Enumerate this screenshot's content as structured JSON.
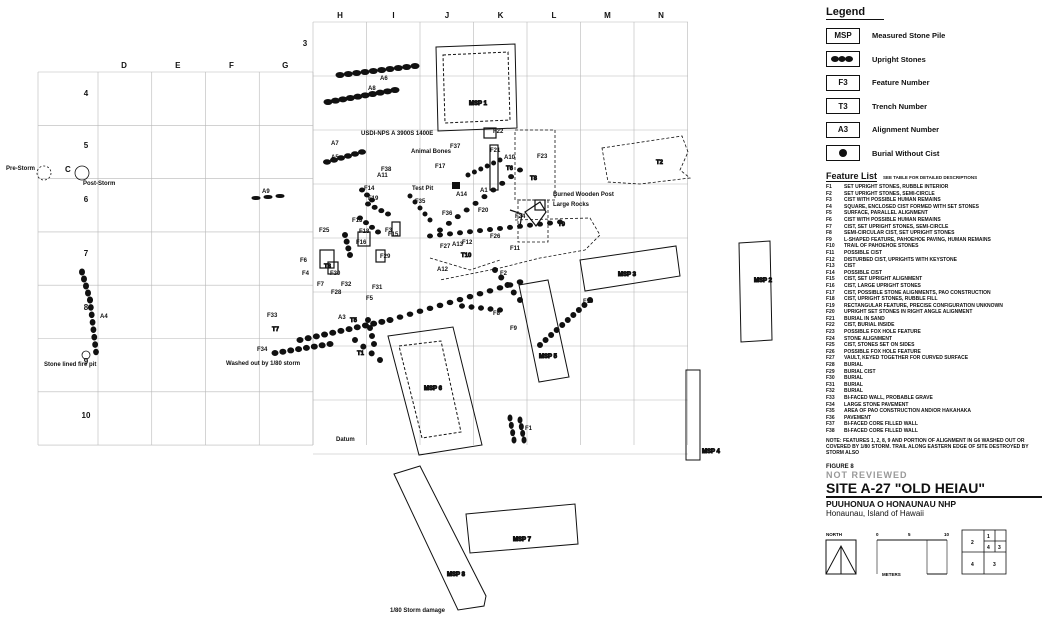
{
  "grid": {
    "columns_top": [
      "H",
      "I",
      "J",
      "K",
      "L",
      "M",
      "N"
    ],
    "columns_lower": [
      "D",
      "E",
      "F",
      "G"
    ],
    "rows": [
      "3",
      "4",
      "5",
      "6",
      "7",
      "8",
      "9",
      "10"
    ]
  },
  "map_labels": {
    "pre_storm": "Pre-Storm",
    "post_storm": "Post-Storm",
    "stone_lined_fire_pit": "Stone lined fire pit",
    "usgs_marker": "USDI-NPS A 3900S 1400E",
    "animal_bones": "Animal Bones",
    "test_pit": "Test Pit",
    "burned_post": "Burned Wooden Post",
    "large_rocks": "Large Rocks",
    "washed_out": "Washed out by 1/80 storm",
    "datum": "Datum",
    "storm_damage": "1/80 Storm damage",
    "c_marker": "C"
  },
  "stone_piles": [
    "MSP 1",
    "MSP 2",
    "MSP 3",
    "MSP 4",
    "MSP 5",
    "MSP 6",
    "MSP 7",
    "MSP 8"
  ],
  "trenches": [
    "T1",
    "T2",
    "T3",
    "T5",
    "T6",
    "T7",
    "T8",
    "T9",
    "T10"
  ],
  "alignments": [
    "A1",
    "A3",
    "A4",
    "A5",
    "A6",
    "A7",
    "A8",
    "A9",
    "A10",
    "A11",
    "A12",
    "A13",
    "A14"
  ],
  "features_on_map": [
    "F1",
    "F2",
    "F3",
    "F4",
    "F5",
    "F6",
    "F7",
    "F8",
    "F9",
    "F10",
    "F11",
    "F12",
    "F13",
    "F14",
    "F15",
    "F16",
    "F17",
    "F18",
    "F19",
    "F20",
    "F21",
    "F22",
    "F23",
    "F24",
    "F25",
    "F26",
    "F27",
    "F28",
    "F29",
    "F30",
    "F31",
    "F32",
    "F33",
    "F34",
    "F35",
    "F36",
    "F37",
    "F38"
  ],
  "legend": {
    "title": "Legend",
    "items": [
      {
        "symbol": "MSP",
        "label": "Measured Stone Pile"
      },
      {
        "symbol": "",
        "label": "Upright Stones"
      },
      {
        "symbol": "F3",
        "label": "Feature Number"
      },
      {
        "symbol": "T3",
        "label": "Trench Number"
      },
      {
        "symbol": "A3",
        "label": "Alignment Number"
      },
      {
        "symbol": "",
        "label": "Burial Without Cist"
      }
    ]
  },
  "feature_list": {
    "title": "Feature List",
    "note": "SEE TABLE FOR DETAILED DESCRIPTIONS",
    "items": [
      {
        "code": "F1",
        "desc": "SET UPRIGHT STONES, RUBBLE INTERIOR"
      },
      {
        "code": "F2",
        "desc": "SET UPRIGHT STONES, SEMI-CIRCLE"
      },
      {
        "code": "F3",
        "desc": "CIST WITH POSSIBLE HUMAN REMAINS"
      },
      {
        "code": "F4",
        "desc": "SQUARE, ENCLOSED CIST FORMED WITH SET STONES"
      },
      {
        "code": "F5",
        "desc": "SURFACE, PARALLEL ALIGNMENT"
      },
      {
        "code": "F6",
        "desc": "CIST WITH POSSIBLE HUMAN REMAINS"
      },
      {
        "code": "F7",
        "desc": "CIST, SET UPRIGHT STONES, SEMI-CIRCLE"
      },
      {
        "code": "F8",
        "desc": "SEMI-CIRCULAR CIST, SET UPRIGHT STONES"
      },
      {
        "code": "F9",
        "desc": "L-SHAPED FEATURE, PAHOEHOE PAVING, HUMAN REMAINS"
      },
      {
        "code": "F10",
        "desc": "TRAIL OF PAHOEHOE STONES"
      },
      {
        "code": "F11",
        "desc": "POSSIBLE CIST"
      },
      {
        "code": "F12",
        "desc": "DISTURBED CIST, UPRIGHTS WITH KEYSTONE"
      },
      {
        "code": "F13",
        "desc": "CIST"
      },
      {
        "code": "F14",
        "desc": "POSSIBLE CIST"
      },
      {
        "code": "F15",
        "desc": "CIST, SET UPRIGHT ALIGNMENT"
      },
      {
        "code": "F16",
        "desc": "CIST, LARGE UPRIGHT STONES"
      },
      {
        "code": "F17",
        "desc": "CIST, POSSIBLE STONE ALIGNMENTS, PAO CONSTRUCTION"
      },
      {
        "code": "F18",
        "desc": "CIST, UPRIGHT STONES, RUBBLE FILL"
      },
      {
        "code": "F19",
        "desc": "RECTANGULAR FEATURE, PRECISE CONFIGURATION UNKNOWN"
      },
      {
        "code": "F20",
        "desc": "UPRIGHT SET STONES IN RIGHT ANGLE ALIGNMENT"
      },
      {
        "code": "F21",
        "desc": "BURIAL IN SAND"
      },
      {
        "code": "F22",
        "desc": "CIST, BURIAL INSIDE"
      },
      {
        "code": "F23",
        "desc": "POSSIBLE FOX HOLE FEATURE"
      },
      {
        "code": "F24",
        "desc": "STONE ALIGNMENT"
      },
      {
        "code": "F25",
        "desc": "CIST, STONES SET ON SIDES"
      },
      {
        "code": "F26",
        "desc": "POSSIBLE FOX HOLE FEATURE"
      },
      {
        "code": "F27",
        "desc": "VAULT, KEYED TOGETHER FOR CURVED SURFACE"
      },
      {
        "code": "F28",
        "desc": "BURIAL"
      },
      {
        "code": "F29",
        "desc": "BURIAL CIST"
      },
      {
        "code": "F30",
        "desc": "BURIAL"
      },
      {
        "code": "F31",
        "desc": "BURIAL"
      },
      {
        "code": "F32",
        "desc": "BURIAL"
      },
      {
        "code": "F33",
        "desc": "BI-FACED WALL, PROBABLE GRAVE"
      },
      {
        "code": "F34",
        "desc": "LARGE STONE PAVEMENT"
      },
      {
        "code": "F35",
        "desc": "AREA OF PAO CONSTRUCTION AND/OR HAKAHAKA"
      },
      {
        "code": "F36",
        "desc": "PAVEMENT"
      },
      {
        "code": "F37",
        "desc": "BI-FACED CORE FILLED WALL"
      },
      {
        "code": "F38",
        "desc": "BI-FACED CORE FILLED WALL"
      }
    ],
    "footnote": "NOTE: FEATURES 1, 2, 8, 9 AND PORTION OF ALIGNMENT IN G6 WASHED OUT OR COVERED BY 1/80 STORM. TRAIL ALONG EASTERN EDGE OF SITE DESTROYED BY STORM ALSO"
  },
  "title_block": {
    "figure": "FIGURE 8",
    "stamp": "NOT REVIEWED",
    "site": "SITE A-27 \"OLD HEIAU\"",
    "park": "PUUHONUA O HONAUNAU NHP",
    "location": "Honaunau, Island of Hawaii",
    "north": "NORTH",
    "scale_ticks": [
      "0",
      "5",
      "10"
    ],
    "scale_unit": "METERS",
    "key_cells": [
      "2",
      "1",
      "4",
      "3",
      "4",
      "3"
    ]
  }
}
